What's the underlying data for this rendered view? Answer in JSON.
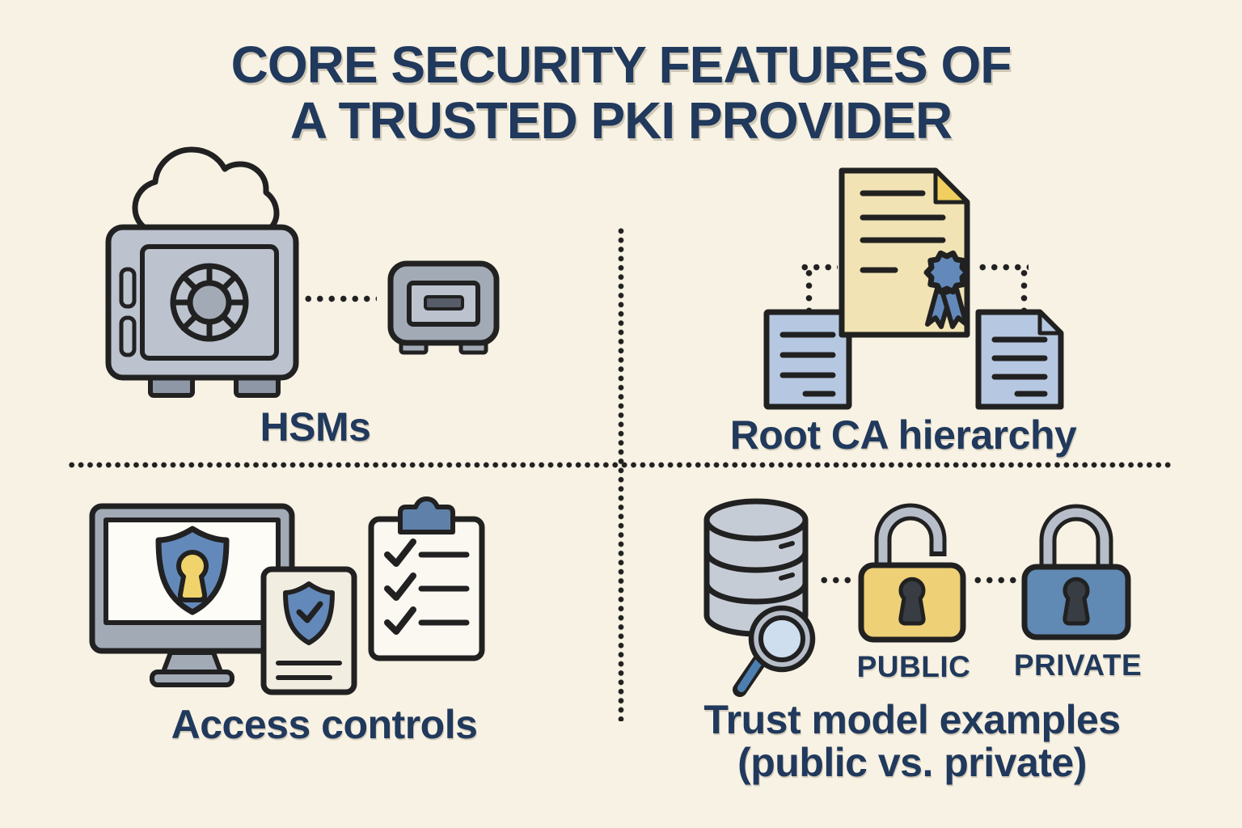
{
  "title": {
    "line1": "CORE SECURITY FEATURES OF",
    "line2": "A TRUSTED PKI PROVIDER"
  },
  "quadrants": {
    "hsms": {
      "label": "HSMs",
      "icons": [
        "cloud",
        "safe",
        "hsm-appliance"
      ]
    },
    "root_ca": {
      "label": "Root CA hierarchy",
      "icons": [
        "root-certificate",
        "subordinate-document-left",
        "subordinate-document-right"
      ]
    },
    "access_controls": {
      "label": "Access controls",
      "icons": [
        "monitor-shield-keyhole",
        "policy-document-shield-check",
        "checklist-clipboard"
      ]
    },
    "trust_models": {
      "label_line1": "Trust model examples",
      "label_line2": "(public vs. private)",
      "public_label": "PUBLIC",
      "private_label": "PRIVATE",
      "icons": [
        "database-with-magnifier",
        "open-padlock",
        "closed-padlock"
      ]
    }
  },
  "palette": {
    "background": "#f8f2e4",
    "ink": "#20395c",
    "outline": "#212121",
    "gray_light": "#bcc3ce",
    "gray_mid": "#a2aab6",
    "gray_dark": "#8e97a5",
    "steel": "#b7bec9",
    "cert_yellow": "#f1e3b4",
    "fold_yellow": "#f0cf5e",
    "doc_blue": "#b6c8e1",
    "accent_blue": "#6389ba",
    "key_yellow": "#f1d36b",
    "lock_yellow": "#eed077",
    "lock_blue": "#6089b3",
    "keyhole_dark": "#383d44",
    "lens_blue": "#cfdeee",
    "handle_blue": "#4d7eb0",
    "clip_blue": "#5f81a9",
    "paper_white": "#fbf8f2",
    "card_cream": "#f2ede1",
    "screen_white": "#fdfcf7"
  }
}
